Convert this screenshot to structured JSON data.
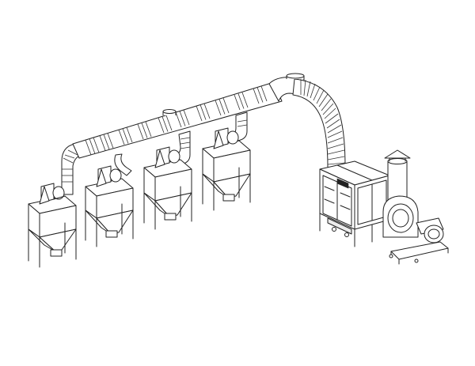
{
  "figure": {
    "nameplate_text": "",
    "line_color": "#222222",
    "background_color": "#ffffff"
  },
  "components": {
    "collectors": [
      "collector-1",
      "collector-2",
      "collector-3",
      "collector-4"
    ],
    "duct": "flexible-duct",
    "main_unit": "filter-cabinet",
    "fan": "centrifugal-fan"
  }
}
